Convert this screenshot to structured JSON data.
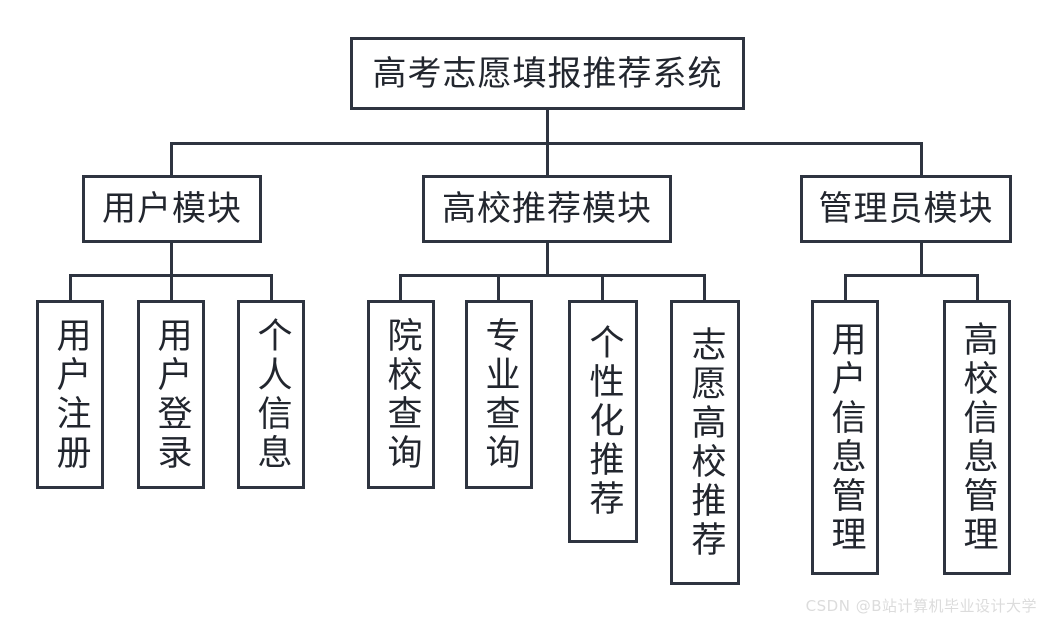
{
  "diagram": {
    "type": "tree",
    "title": "高考志愿填报推荐系统",
    "colors": {
      "stroke": "#2e3440",
      "text": "#22262e",
      "background": "#ffffff",
      "watermark": "#dcdcdc"
    },
    "root": {
      "label": "高考志愿填报推荐系统"
    },
    "modules": [
      {
        "label": "用户模块"
      },
      {
        "label": "高校推荐模块"
      },
      {
        "label": "管理员模块"
      }
    ],
    "leaves": {
      "user": [
        {
          "label": "用户注册"
        },
        {
          "label": "用户登录"
        },
        {
          "label": "个人信息"
        }
      ],
      "recommend": [
        {
          "label": "院校查询"
        },
        {
          "label": "专业查询"
        },
        {
          "label": "个性化推荐"
        },
        {
          "label": "志愿高校推荐"
        }
      ],
      "admin": [
        {
          "label": "用户信息管理"
        },
        {
          "label": "高校信息管理"
        }
      ]
    }
  },
  "watermark": {
    "text": "CSDN @B站计算机毕业设计大学"
  }
}
